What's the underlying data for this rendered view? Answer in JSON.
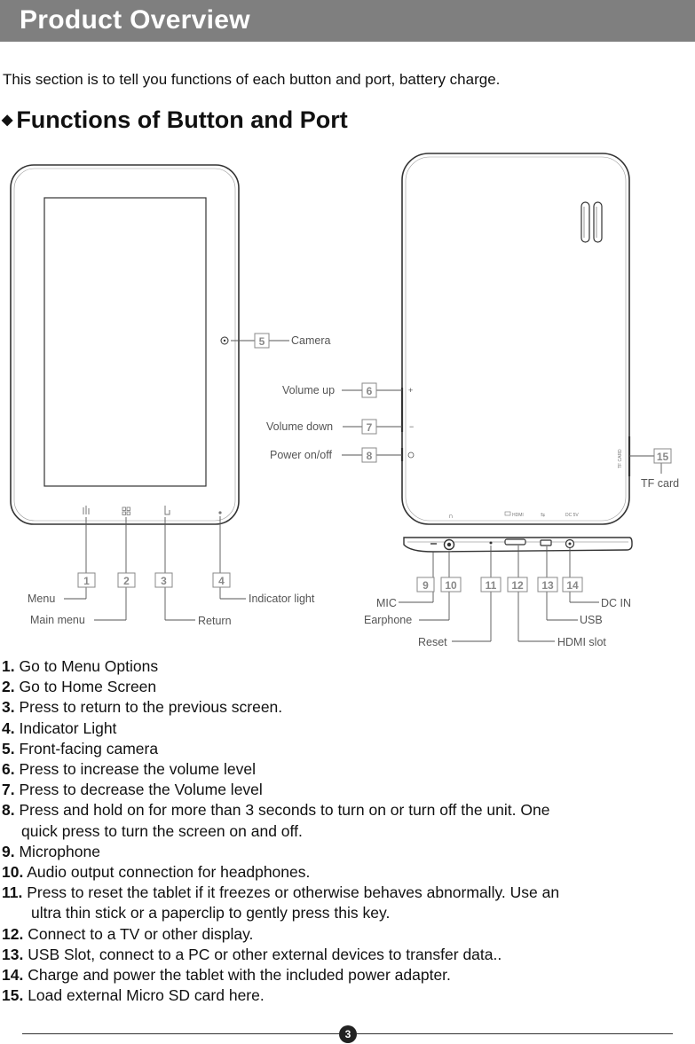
{
  "header": {
    "title": "Product Overview"
  },
  "intro": "This section is to tell you functions of each button and port, battery charge.",
  "section": {
    "bullet": "◆",
    "title": "Functions of Button and Port"
  },
  "diagram": {
    "front_labels": {
      "camera": "Camera",
      "menu": "Menu",
      "main_menu": "Main menu",
      "return": "Return",
      "indicator_light": "Indicator light"
    },
    "back_labels": {
      "volume_up": "Volume up",
      "volume_down": "Volume down",
      "power": "Power on/off",
      "tf_card": "TF card",
      "tf_card_small": "TF CARD"
    },
    "bottom_labels": {
      "mic": "MIC",
      "earphone": "Earphone",
      "reset": "Reset",
      "hdmi": "HDMI slot",
      "usb": "USB",
      "dcin": "DC IN",
      "port_hdmi": "HDMI",
      "port_dc": "DC 5V"
    },
    "numbers": [
      "1",
      "2",
      "3",
      "4",
      "5",
      "6",
      "7",
      "8",
      "9",
      "10",
      "11",
      "12",
      "13",
      "14",
      "15"
    ]
  },
  "items": [
    {
      "num": "1.",
      "text": "Go to Menu Options"
    },
    {
      "num": "2.",
      "text": "Go to Home Screen"
    },
    {
      "num": "3.",
      "text": "Press to return to the previous screen."
    },
    {
      "num": "4.",
      "text": "Indicator Light"
    },
    {
      "num": "5.",
      "text": "Front-facing camera"
    },
    {
      "num": "6.",
      "text": "Press to increase the volume level"
    },
    {
      "num": "7.",
      "text": "Press to decrease the Volume level"
    },
    {
      "num": "8.",
      "text": "Press and hold on for more than 3 seconds to turn on or turn off the unit. One",
      "cont": "quick press to turn the screen on and off."
    },
    {
      "num": "9.",
      "text": "Microphone"
    },
    {
      "num": "10.",
      "text": "Audio output connection for headphones."
    },
    {
      "num": "11.",
      "text": "Press to reset the tablet if it freezes or otherwise behaves abnormally. Use an",
      "cont": "ultra thin stick or a paperclip to gently press this key."
    },
    {
      "num": "12.",
      "text": "Connect to a TV or other display."
    },
    {
      "num": "13.",
      "text": "USB Slot, connect to a PC or other external devices to transfer data.."
    },
    {
      "num": "14.",
      "text": "Charge and power the tablet with the included power adapter."
    },
    {
      "num": "15.",
      "text": "Load external Micro SD card here."
    }
  ],
  "footer": {
    "page": "3"
  }
}
